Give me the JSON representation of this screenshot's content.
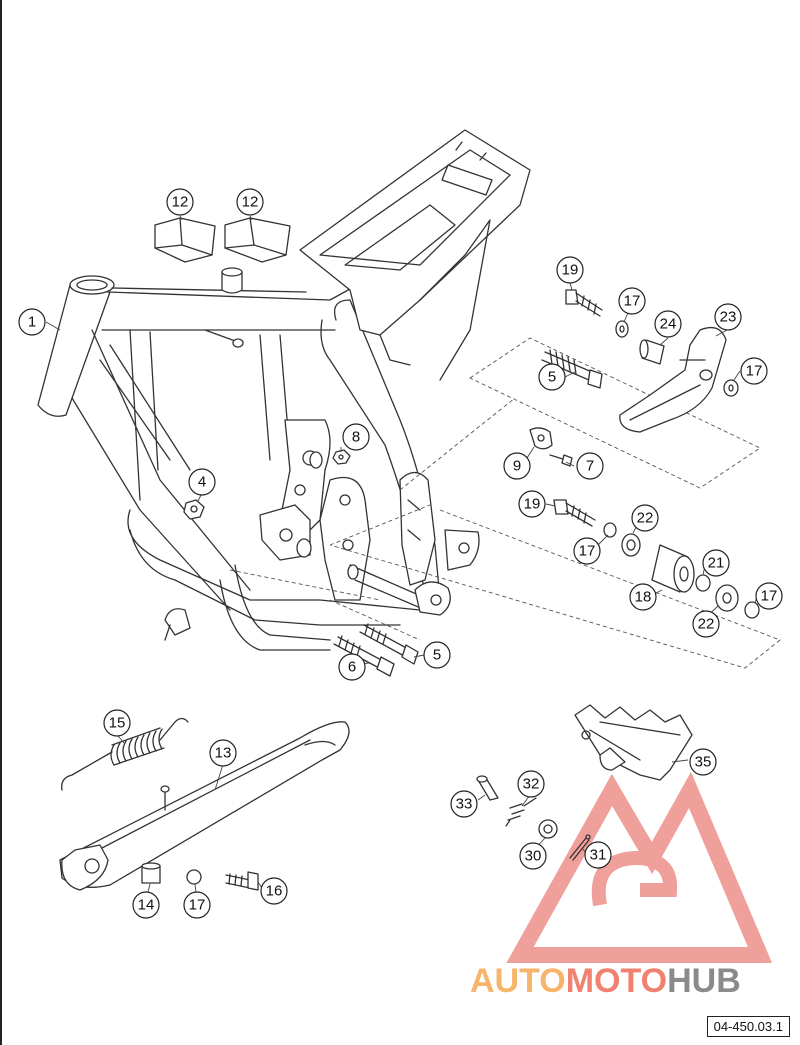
{
  "diagram": {
    "reference_code": "04-450.03.1",
    "watermark": {
      "part_auto": "AUTO",
      "part_moto": "MOTO",
      "part_hub": "HUB",
      "colors": {
        "auto": "#f7b56b",
        "moto": "#f08070",
        "hub": "#8a8a8a",
        "logo": "#e5534b"
      }
    },
    "callouts": [
      "1",
      "12",
      "12",
      "19",
      "17",
      "24",
      "23",
      "5",
      "17",
      "8",
      "9",
      "7",
      "4",
      "19",
      "22",
      "17",
      "21",
      "18",
      "22",
      "17",
      "5",
      "6",
      "15",
      "13",
      "32",
      "35",
      "33",
      "30",
      "31",
      "14",
      "17",
      "16"
    ]
  }
}
